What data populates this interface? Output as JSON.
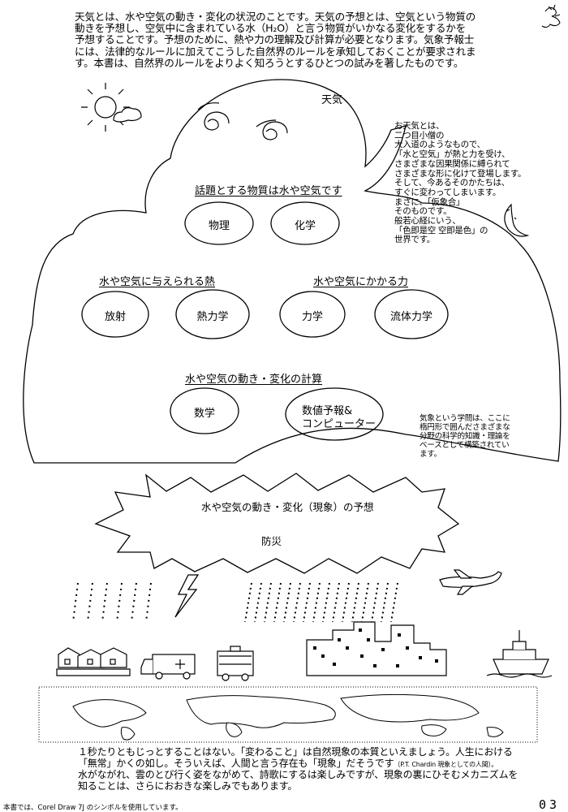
{
  "intro": {
    "lines": [
      "天気とは、水や空気の動き・変化の状況のことです。天気の予想とは、空気という物質の",
      "動きを予想し、空気中に含まれている水（H₂O）と言う物質がいかなる変化をするかを",
      "予想することです。予想のために、熱や力の理解及び計算が必要となります。気象予報士",
      "には、法律的なルールに加えてこうした自然界のルールを承知しておくことが要求されま",
      "す。本書は、自然界のルールをよりよく知ろうとするひとつの試みを著したものです。"
    ]
  },
  "cloud": {
    "label": "天気",
    "note_lines": [
      "お天気とは、",
      "二つ目小僧の",
      "大入道のようなもので、",
      "「水と空気」が熱と力を受け、",
      "さまざまな因果関係に縛られて",
      "さまざまな形に化けて登場します。",
      "そして、今あるそのかたちは、",
      "すぐに変わってしまいます。",
      "まさに、「仮象合」",
      "そのものです。",
      "般若心経にいう、",
      "「色即是空 空即是色」の",
      "世界です。"
    ],
    "sections": {
      "substance_heading": "話題とする物質は水や空気です",
      "substance_items": [
        "物理",
        "化学"
      ],
      "heat_heading": "水や空気に与えられる熱",
      "heat_items": [
        "放射",
        "熱力学"
      ],
      "force_heading": "水や空気にかかる力",
      "force_items": [
        "力学",
        "流体力学"
      ],
      "calc_heading": "水や空気の動き・変化の計算",
      "calc_items": [
        "数学",
        "数値予報&",
        "コンピューター"
      ]
    },
    "corner_note_lines": [
      "気象という学問は、ここに",
      "楕円形で囲んださまざまな",
      "分野の科学的知識・理論を",
      "ベースとして構築されてい",
      "ます。"
    ]
  },
  "burst": {
    "line1": "水や空気の動き・変化（現象）の予想",
    "line2": "防災"
  },
  "outro": {
    "line1": "１秒たりともじっとすることはない。「変わること」は自然現象の本質といえましょう。人生における",
    "line2_main": "「無常」かくの如し。そういえば、人間と言う存在も「現象」だそうです",
    "line2_cite": "（P.T. Chardin 現象としての人間）。",
    "line3": "水がながれ、雲のとび行く姿をながめて、詩歌にするは楽しみですが、現象の裏にひそむメカニズムを",
    "line4": "知ることは、さらにおおきな楽しみでもあります。"
  },
  "footer": "本書では、Corel Draw 7J のシンボルを使用しています。",
  "page_number": "03"
}
